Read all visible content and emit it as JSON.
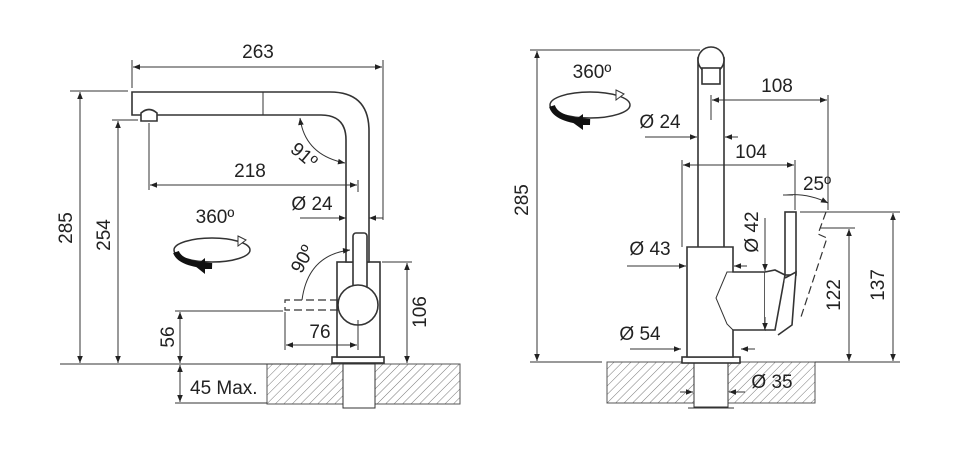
{
  "side_view": {
    "overall_width": "263",
    "spout_reach": "218",
    "spout_diameter": "Ø 24",
    "rotation": "360º",
    "spout_angle": "91º",
    "lever_angle": "90º",
    "total_height": "285",
    "outlet_height": "254",
    "lever_height": "56",
    "lever_length": "76",
    "body_height": "106",
    "max_counter_thickness": "45 Max."
  },
  "front_view": {
    "total_height": "285",
    "rotation": "360º",
    "spout_offset": "108",
    "spout_diameter": "Ø 24",
    "lever_reach": "104",
    "lever_tilt": "25º",
    "lever_diameter": "Ø 42",
    "body_diameter": "Ø 43",
    "base_diameter": "Ø 54",
    "lever_axis_height": "122",
    "lever_top_height": "137",
    "shank_diameter": "Ø 35"
  },
  "colors": {
    "line": "#333333",
    "text": "#222222"
  }
}
